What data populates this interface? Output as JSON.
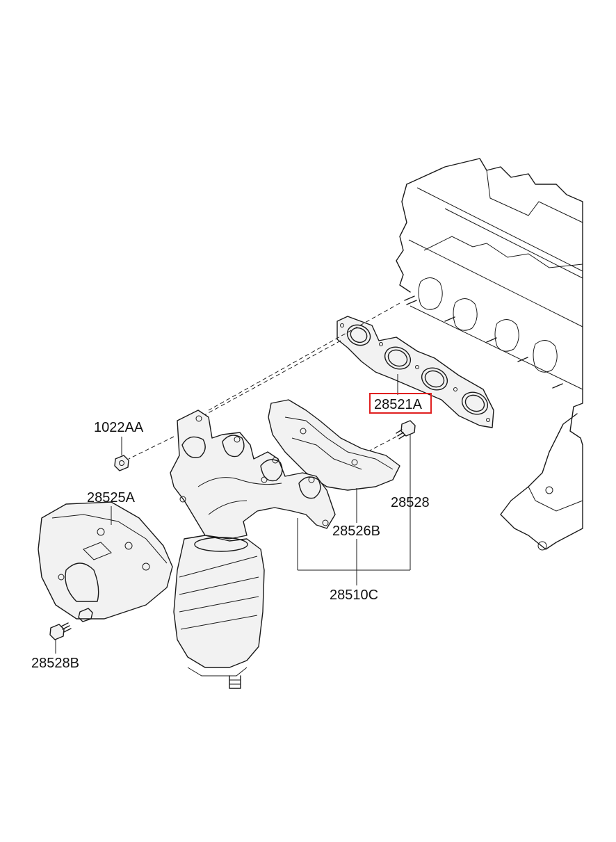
{
  "labels": {
    "gasket": "28521A",
    "nut": "1022AA",
    "heat_protector_lower": "28525A",
    "bolt_lower": "28528B",
    "heat_protector_upper": "28526B",
    "bolt_upper": "28528",
    "manifold_assembly": "28510C"
  },
  "highlight_color": "#e02020"
}
